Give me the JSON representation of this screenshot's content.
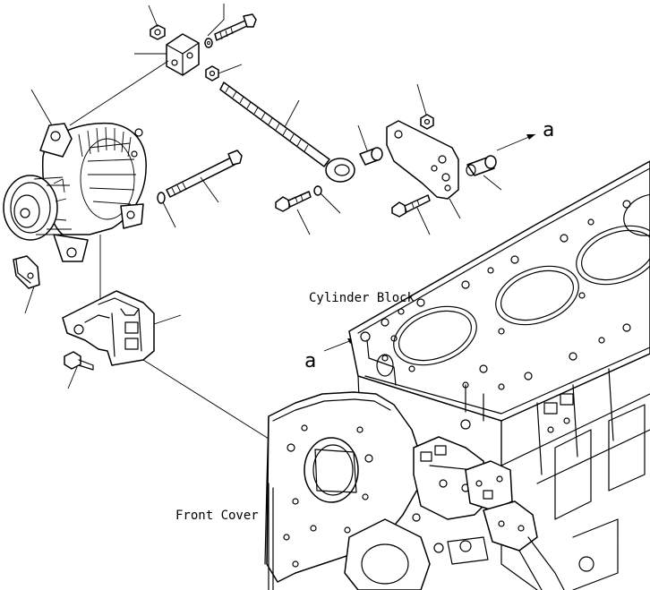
{
  "labels": {
    "cylinder_block": "Cylinder Block",
    "front_cover": "Front Cover",
    "view_a_upper": "a",
    "view_a_lower": "a"
  },
  "colors": {
    "line": "#000000",
    "background": "#ffffff"
  }
}
